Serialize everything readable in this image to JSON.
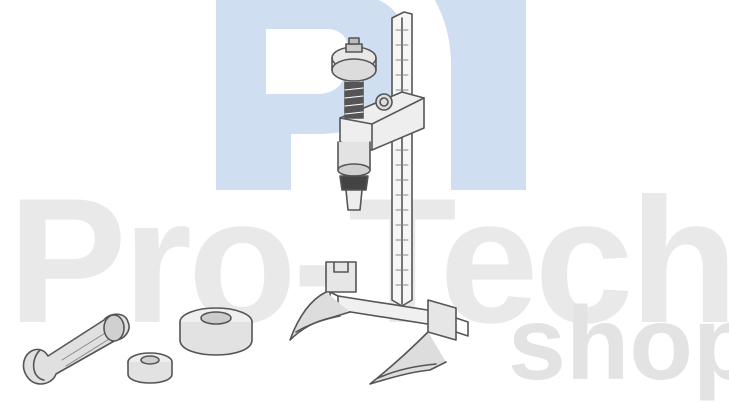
{
  "watermark": {
    "brand_main": "Pro-Tech",
    "brand_sub": "shop",
    "logo_color": "#c9daf0",
    "text_color": "#e9e9e9"
  },
  "illustration": {
    "line_color": "#555555",
    "parts": [
      "puller-frame",
      "forcing-screw",
      "claw-jaw-left",
      "claw-jaw-right",
      "adapter-pin",
      "spacer-small",
      "spacer-large"
    ]
  }
}
